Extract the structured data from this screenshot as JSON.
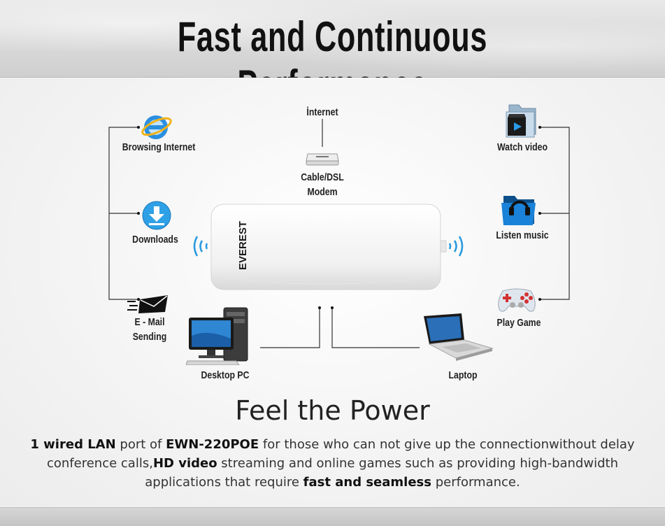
{
  "title": "Fast and Continuous Performance",
  "nodes": {
    "internet": "İnternet",
    "modem_line1": "Cable/DSL",
    "modem_line2": "Modem",
    "browsing": "Browsing Internet",
    "downloads": "Downloads",
    "email_line1": "E - Mail",
    "email_line2": "Sending",
    "desktop": "Desktop PC",
    "laptop": "Laptop",
    "watch": "Watch video",
    "listen": "Listen music",
    "play": "Play Game"
  },
  "device_brand": "EVEREST",
  "feel_title": "Feel the Power",
  "description": {
    "p1_bold": "1 wired LAN",
    "p2": " port of ",
    "p3_bold": "EWN-220POE",
    "p4": " for those who can not give up the connectionwithout delay conference calls,",
    "p5_bold": "HD video",
    "p6": " streaming and online games such as providing high-bandwidth applications that require ",
    "p7_bold": "fast and seamless",
    "p8": " performance."
  },
  "colors": {
    "accent_blue": "#1a8fd8",
    "text": "#222222",
    "line": "#333333"
  }
}
